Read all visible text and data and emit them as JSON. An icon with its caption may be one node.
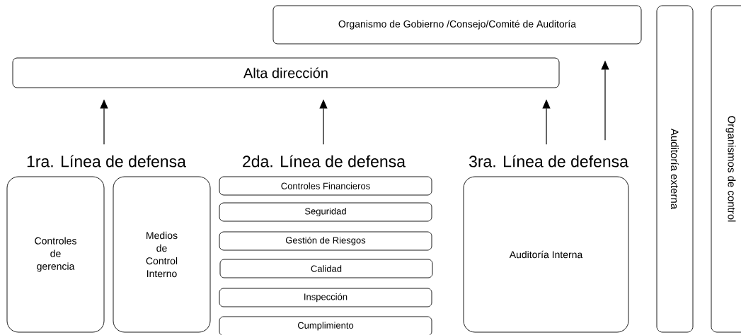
{
  "diagram": {
    "nodes": [
      {
        "text": [
          "Organismo de Gobierno /Consejo/Comité de Auditoría"
        ]
      },
      {
        "text": [
          "Alta dirección"
        ]
      },
      {
        "text": [
          "Auditoría externa"
        ]
      },
      {
        "text": [
          "Organismos de control"
        ]
      },
      {
        "text": [
          "1ra. Línea de defensa"
        ]
      },
      {
        "text": [
          "2da. Línea de defensa"
        ]
      },
      {
        "text": [
          "3ra. Línea de defensa"
        ]
      },
      {
        "text": [
          "Controles de gerencia"
        ]
      },
      {
        "text": [
          "Medios de Control Interno"
        ]
      },
      {
        "text": [
          "Controles Financieros"
        ]
      },
      {
        "text": [
          "Seguridad"
        ]
      },
      {
        "text": [
          "Gestión de Riesgos"
        ]
      },
      {
        "text": [
          "Calidad"
        ]
      },
      {
        "text": [
          "Inspección"
        ]
      },
      {
        "text": [
          "Cumplimiento"
        ]
      },
      {
        "text": [
          "Auditoría Interna"
        ]
      }
    ],
    "edges": [
      {
        "from": 4,
        "to": 1,
        "arrow": "to"
      },
      {
        "from": 5,
        "to": 1,
        "arrow": "to"
      },
      {
        "from": 6,
        "to": 1,
        "arrow": "to"
      },
      {
        "from": 6,
        "to": 0,
        "arrow": "to"
      }
    ]
  }
}
